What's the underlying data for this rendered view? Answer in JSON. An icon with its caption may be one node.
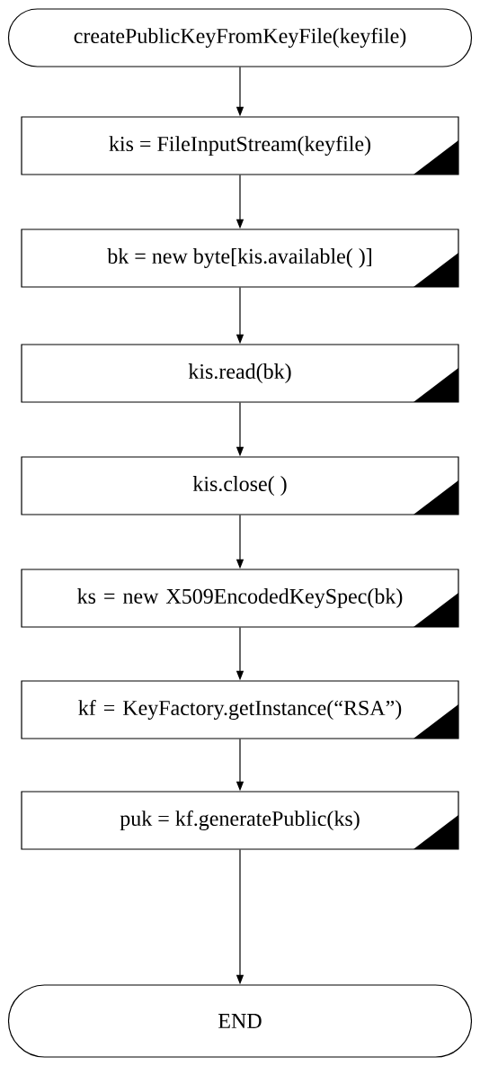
{
  "diagram": {
    "nodes": [
      {
        "text": [
          "createPublicKeyFromKeyFile(keyfile)"
        ]
      },
      {
        "text": [
          "kis = FileInputStream(keyfile)"
        ]
      },
      {
        "text": [
          "bk = new byte[kis.available( )]"
        ]
      },
      {
        "text": [
          "kis.read(bk)"
        ]
      },
      {
        "text": [
          "kis.close( )"
        ]
      },
      {
        "text": [
          "ks = new X509EncodedKeySpec(bk)"
        ]
      },
      {
        "text": [
          "kf = KeyFactory.getInstance(“RSA”)"
        ]
      },
      {
        "text": [
          "puk = kf.generatePublic(ks)"
        ]
      },
      {
        "text": [
          "END"
        ]
      }
    ],
    "edges": [
      {
        "from": 0,
        "to": 1,
        "arrow": "to"
      },
      {
        "from": 1,
        "to": 2,
        "arrow": "to"
      },
      {
        "from": 2,
        "to": 3,
        "arrow": "to"
      },
      {
        "from": 3,
        "to": 4,
        "arrow": "to"
      },
      {
        "from": 4,
        "to": 5,
        "arrow": "to"
      },
      {
        "from": 5,
        "to": 6,
        "arrow": "to"
      },
      {
        "from": 6,
        "to": 7,
        "arrow": "to"
      },
      {
        "from": 7,
        "to": 8,
        "arrow": "to"
      }
    ]
  }
}
